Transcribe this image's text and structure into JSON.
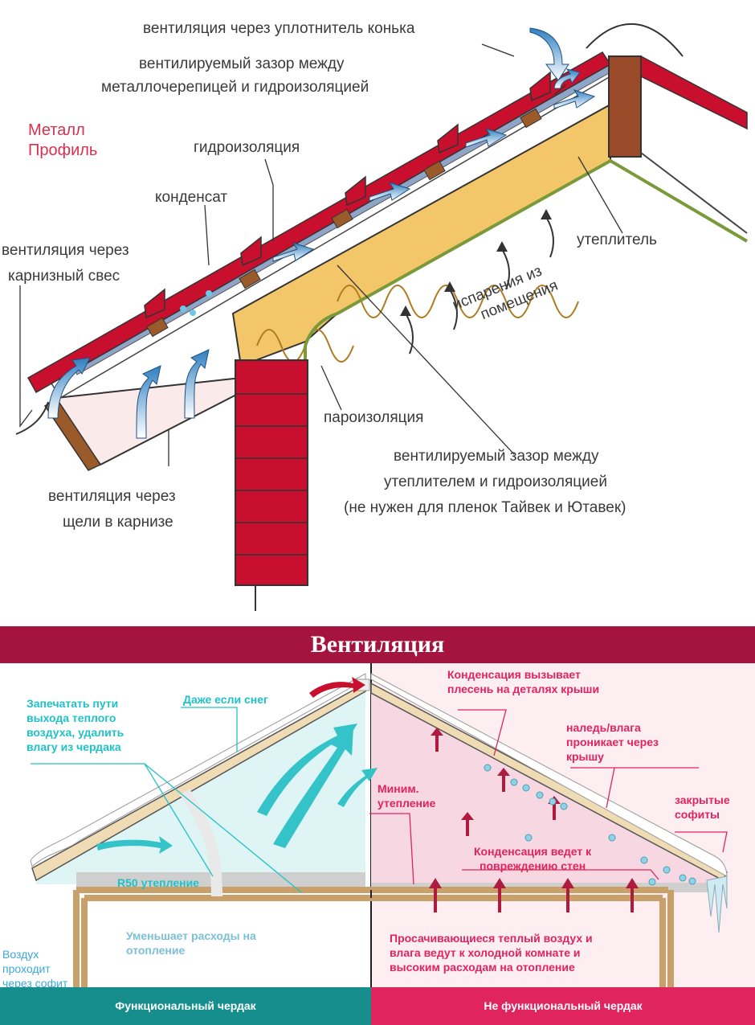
{
  "top": {
    "brand_line1": "Металл",
    "brand_line2": "Профиль",
    "labels": {
      "ridge_vent": "вентиляция через уплотнитель конька",
      "gap_metal_l1": "вентилируемый зазор между",
      "gap_metal_l2": "металлочерепицей и гидроизоляцией",
      "waterproofing": "гидроизоляция",
      "condensate": "конденсат",
      "eave_vent_l1": "вентиляция через",
      "eave_vent_l2": "карнизный свес",
      "insulation": "утеплитель",
      "evap_l1": "испарения из",
      "evap_l2": "помещения",
      "vapor_barrier": "пароизоляция",
      "gap_insul_l1": "вентилируемый зазор между",
      "gap_insul_l2": "утеплителем и гидроизоляцией",
      "gap_insul_l3": "(не нужен для пленок Тайвек и Ютавек)",
      "slot_vent_l1": "вентиляция через",
      "slot_vent_l2": "щели в карнизе"
    }
  },
  "bottom": {
    "title": "Вентиляция",
    "left": {
      "seal_l1": "Запечатать пути",
      "seal_l2": "выхода теплого",
      "seal_l3": "воздуха, удалить",
      "seal_l4": "влагу из чердака",
      "snow": "Даже если снег",
      "r50": "R50 утепление",
      "reduces_l1": "Уменьшает расходы на",
      "reduces_l2": "отопление",
      "air_l1": "Воздух",
      "air_l2": "проходит",
      "air_l3": "через софит"
    },
    "right": {
      "cond_mold_l1": "Конденсация вызывает",
      "cond_mold_l2": "плесень на деталях крыши",
      "ice_l1": "наледь/влага",
      "ice_l2": "проникает через",
      "ice_l3": "крышу",
      "min_l1": "Миним.",
      "min_l2": "утепление",
      "closed_l1": "закрытые",
      "closed_l2": "софиты",
      "cond_walls_l1": "Конденсация ведет к",
      "cond_walls_l2": "повреждению стен",
      "leak_l1": "Просачивающиеся теплый воздух и",
      "leak_l2": "влага ведут к холодной комнате и",
      "leak_l3": "высоким расходам на отопление"
    },
    "footer_left": "Функциональный чердак",
    "footer_right": "Не функциональный чердак"
  },
  "colors": {
    "brand": "#d9304f",
    "banner": "#a5143e",
    "footer_left": "#168e8e",
    "footer_right": "#e0245e",
    "insulation": "#f3c66a",
    "roof": "#c8102e",
    "arrow_blue": "#2f7fc1"
  }
}
